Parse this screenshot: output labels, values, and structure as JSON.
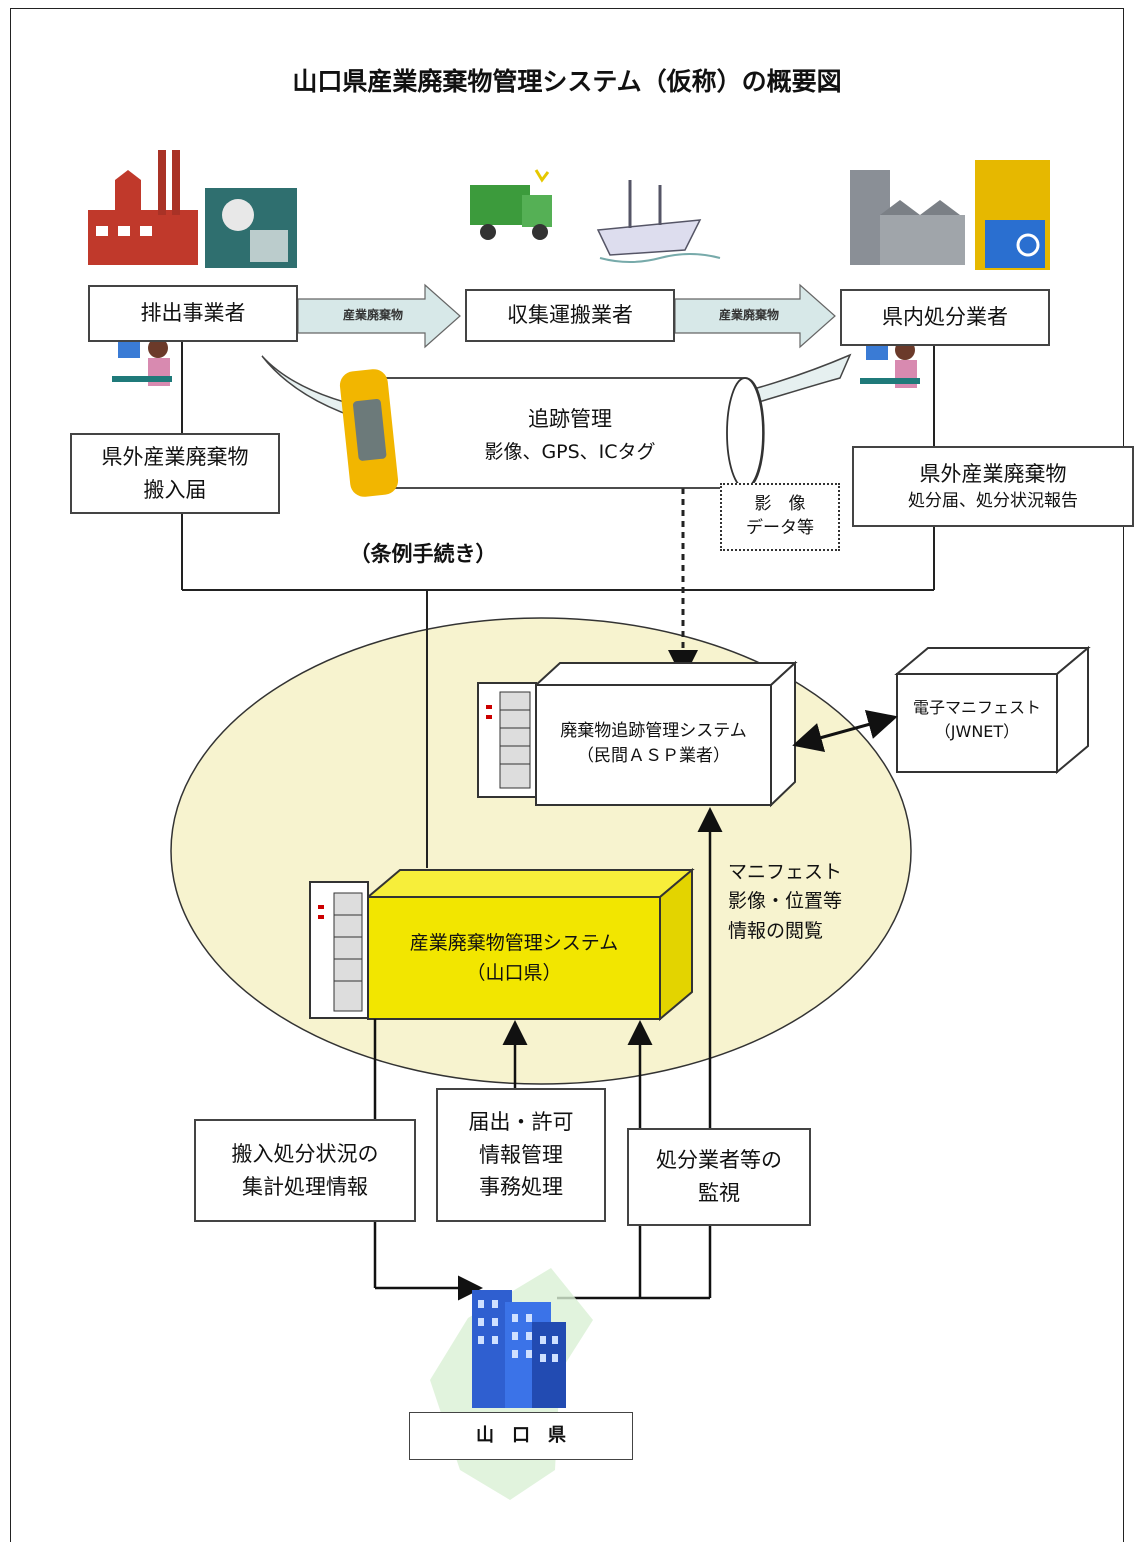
{
  "title": "山口県産業廃棄物管理システム（仮称）の概要図",
  "actors": {
    "discharger": "排出事業者",
    "collector": "収集運搬業者",
    "disposer": "県内処分業者"
  },
  "flow_labels": {
    "waste_1": "産業廃棄物",
    "waste_2": "産業廃棄物"
  },
  "tracking": {
    "title": "追跡管理",
    "methods": "影像、GPS、ICタグ"
  },
  "image_data": "影　像\nデータ等",
  "notices": {
    "import_notice": "県外産業廃棄物\n搬入届",
    "disposal_notice_title": "県外産業廃棄物",
    "disposal_notice_sub": "処分届、処分状況報告"
  },
  "ordinance": "（条例手続き）",
  "systems": {
    "tracking_system": "廃棄物追跡管理システム\n（民間ＡＳＰ業者）",
    "e_manifest": "電子マニフェスト\n（JWNET）",
    "pref_system": "産業廃棄物管理システム\n（山口県）"
  },
  "browse_label": "マニフェスト\n影像・位置等\n情報の閲覧",
  "bottom_boxes": {
    "aggregate": "搬入処分状況の\n集計処理情報",
    "permits": "届出・許可\n情報管理\n事務処理",
    "monitor": "処分業者等の\n監視"
  },
  "prefecture": "山　口　県",
  "colors": {
    "ellipse_fill": "#f7f3cf",
    "pref_system_fill": "#f2e600",
    "arrow_fill": "#d7e8e8",
    "building_blue": "#2f5fd0"
  }
}
